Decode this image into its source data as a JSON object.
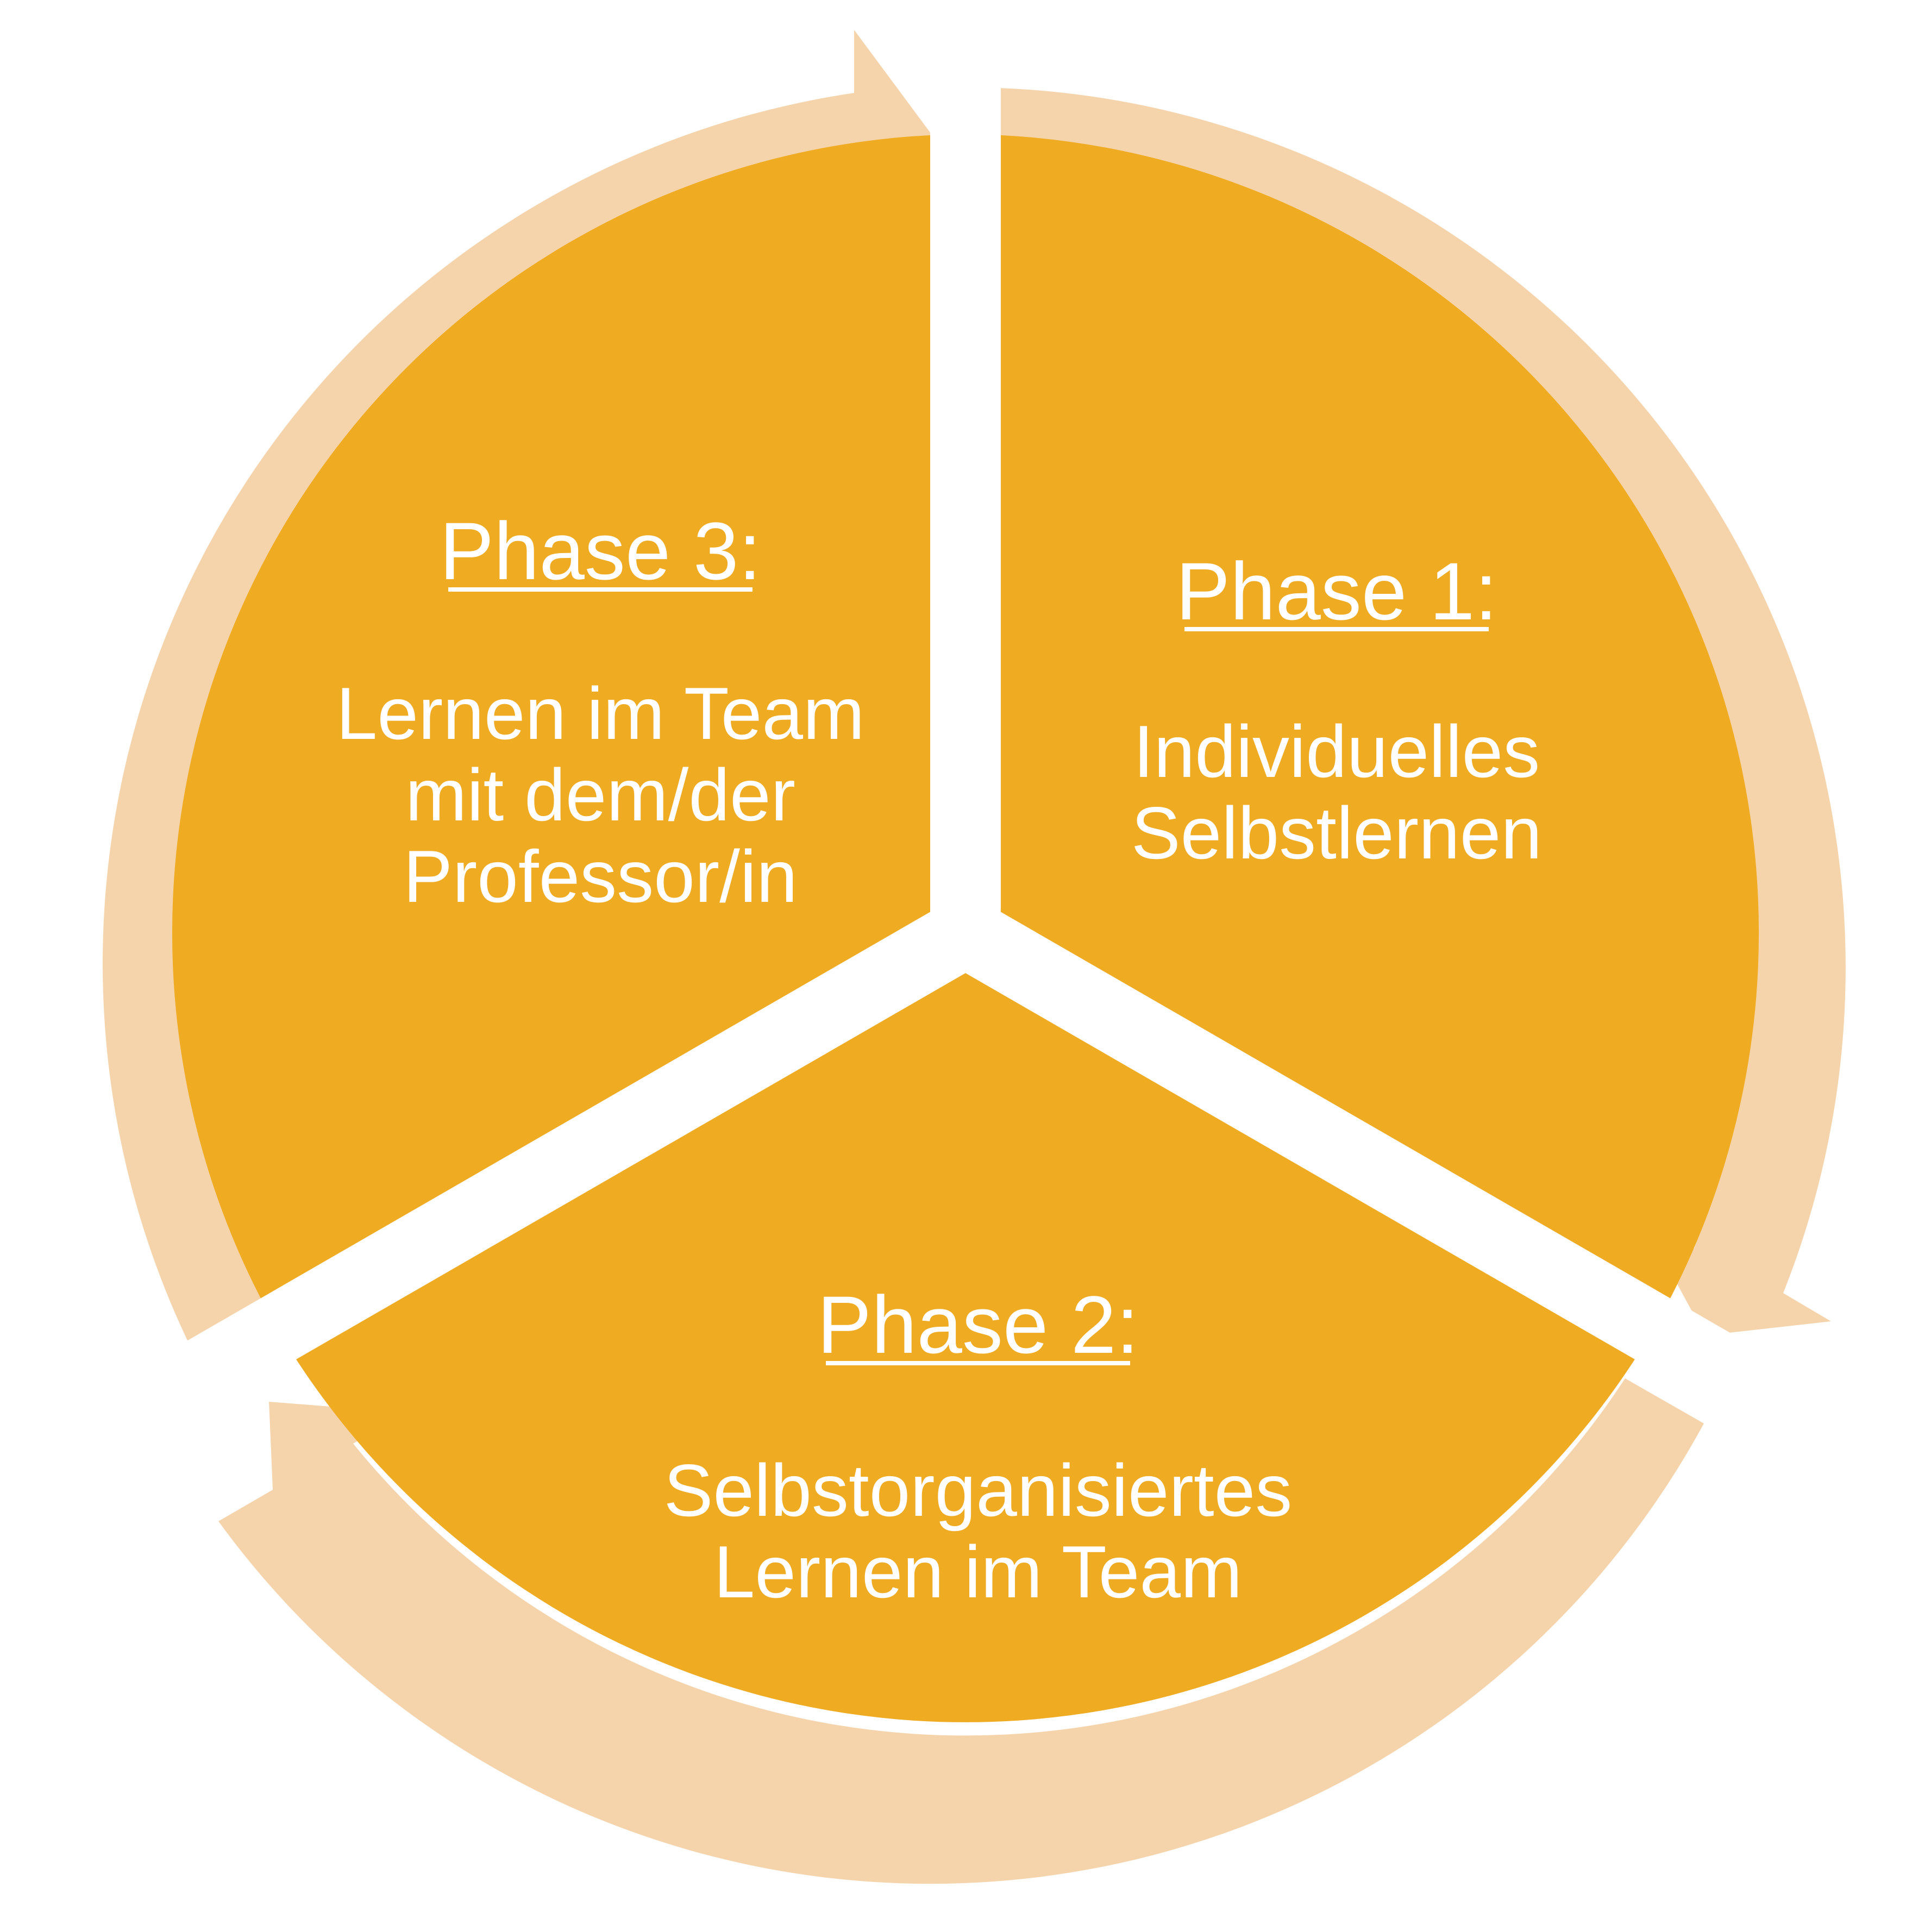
{
  "colors": {
    "segment_fill": "#EFAB22",
    "arrow_ring": "#F5D4AC",
    "gap": "#FFFFFF",
    "text": "#FFFFFF"
  },
  "phases": [
    {
      "id": "phase-1",
      "title": "Phase 1:",
      "lines": [
        "Individuelles",
        "Selbstlernen"
      ]
    },
    {
      "id": "phase-2",
      "title": "Phase 2:",
      "lines": [
        "Selbstorganisiertes",
        "Lernen im Team"
      ]
    },
    {
      "id": "phase-3",
      "title": "Phase 3:",
      "lines": [
        "Lernen im Team",
        "mit dem/der",
        "Professor/in"
      ]
    }
  ]
}
